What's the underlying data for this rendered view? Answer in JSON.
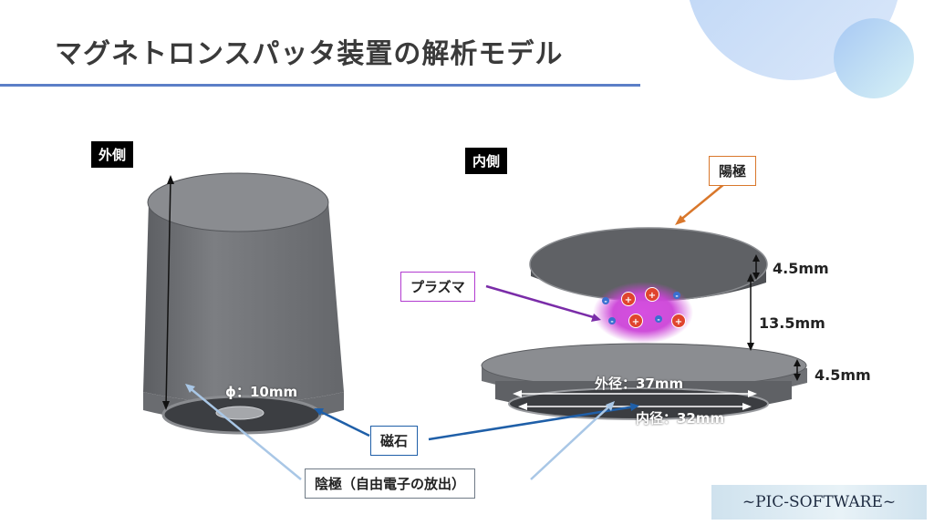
{
  "title": "マグネトロンスパッタ装置の解析モデル",
  "labels": {
    "outer": "外側",
    "inner": "内側",
    "anode": "陽極",
    "plasma": "プラズマ",
    "magnet": "磁石",
    "cathode": "陰極（自由電子の放出）",
    "phi": "ϕ：10mm",
    "dim_top": "4.5mm",
    "dim_gap": "13.5mm",
    "dim_bottom": "4.5mm",
    "outer_dia": "外径：37mm",
    "inner_dia": "内径：32mm"
  },
  "watermark": "~PIC-SOFTWARE~",
  "colors": {
    "accent_rule": "#5b7fc7",
    "anode_arrow": "#d9772b",
    "plasma_arrow": "#7a2ca8",
    "plasma_box_border": "#b23bd0",
    "magnet_arrow": "#1f5fa8",
    "cathode_arrow": "#a9c7e6",
    "model_gray": "#6f7175"
  }
}
